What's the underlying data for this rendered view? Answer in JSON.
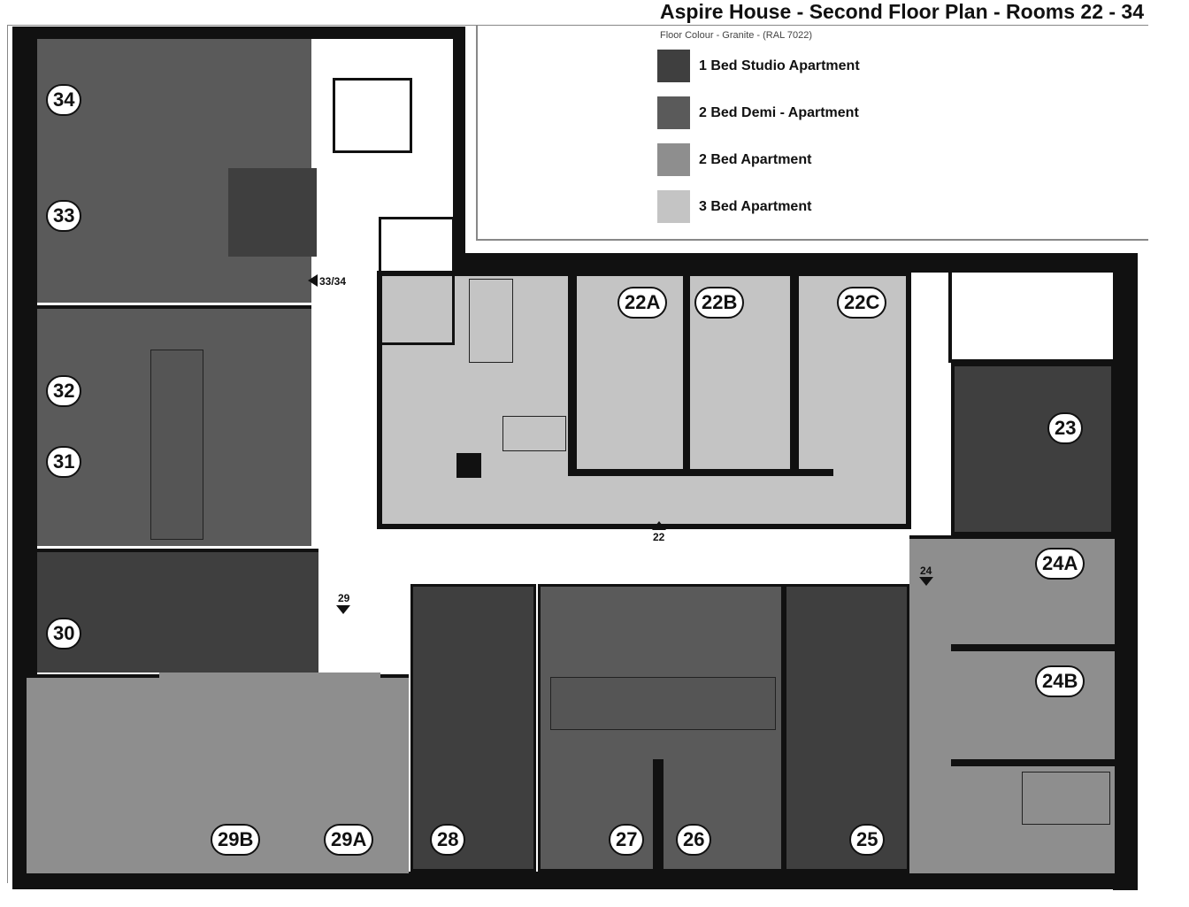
{
  "title": "Aspire House - Second Floor Plan - Rooms 22 - 34",
  "subtitle": "Floor Colour - Granite - (RAL 7022)",
  "legend": [
    {
      "label": "1 Bed Studio Apartment",
      "color": "#3f3f3f"
    },
    {
      "label": "2 Bed Demi - Apartment",
      "color": "#5a5a5a"
    },
    {
      "label": "2 Bed Apartment",
      "color": "#8e8e8e"
    },
    {
      "label": "3 Bed Apartment",
      "color": "#c4c4c4"
    }
  ],
  "rooms": {
    "r34": "34",
    "r33": "33",
    "r32": "32",
    "r31": "31",
    "r30": "30",
    "r29b": "29B",
    "r29a": "29A",
    "r28": "28",
    "r27": "27",
    "r26": "26",
    "r25": "25",
    "r24b": "24B",
    "r24a": "24A",
    "r23": "23",
    "r22a": "22A",
    "r22b": "22B",
    "r22c": "22C"
  },
  "entrances": {
    "e3334": "33/34",
    "e29": "29",
    "e22": "22",
    "e24": "24"
  }
}
